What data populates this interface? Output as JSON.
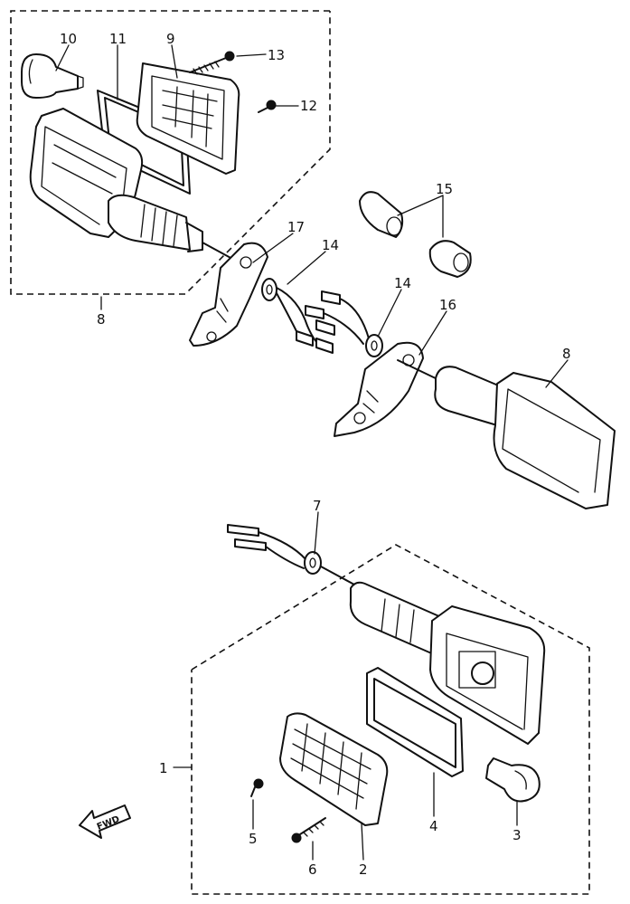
{
  "callouts": {
    "c1": "1",
    "c2": "2",
    "c3": "3",
    "c4": "4",
    "c5": "5",
    "c6": "6",
    "c7": "7",
    "c8_upper": "8",
    "c8_right": "8",
    "c9": "9",
    "c10": "10",
    "c11": "11",
    "c12": "12",
    "c13": "13",
    "c14_left": "14",
    "c14_right": "14",
    "c15": "15",
    "c16": "16",
    "c17": "17"
  },
  "direction_arrow": {
    "label": "FWD",
    "icon": "forward-arrow-icon"
  }
}
